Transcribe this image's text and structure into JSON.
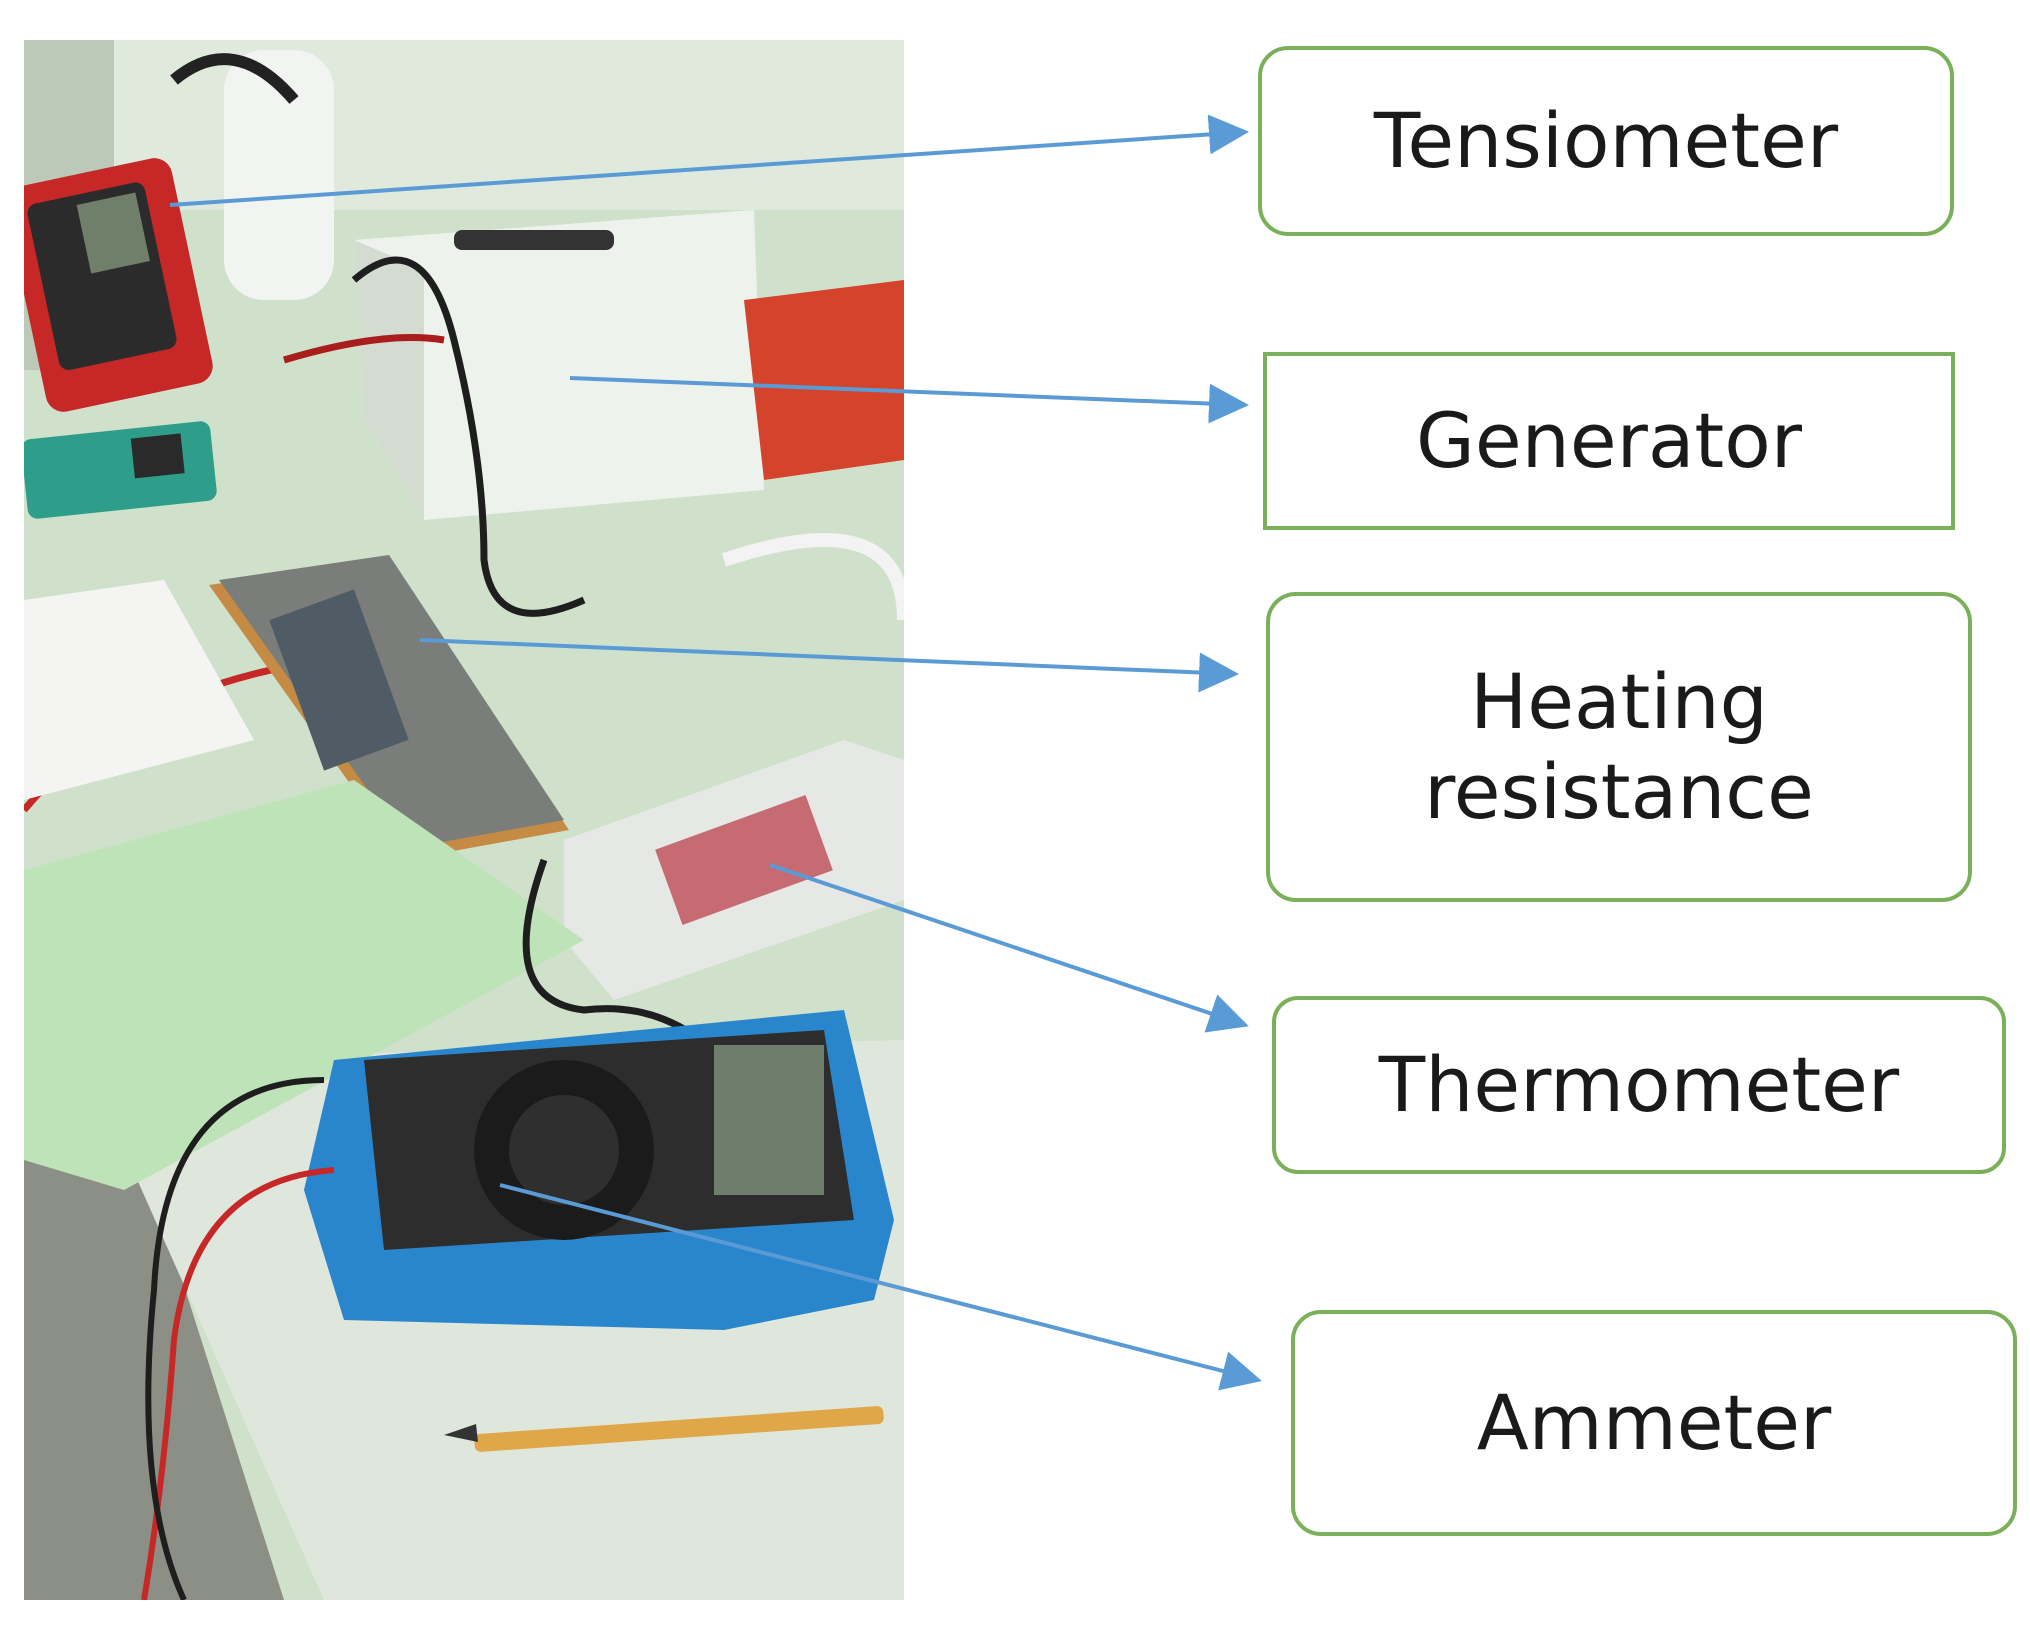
{
  "photo": {
    "subject": "laboratory bench with electrical measurement equipment"
  },
  "labels": {
    "tensiometer": "Tensiometer",
    "generator": "Generator",
    "heating_resistance": "Heating\nresistance",
    "thermometer": "Thermometer",
    "ammeter": "Ammeter"
  },
  "colors": {
    "box_border": "#7ab05a",
    "arrow": "#5b9bd5",
    "label_text": "#1a1a1a"
  }
}
